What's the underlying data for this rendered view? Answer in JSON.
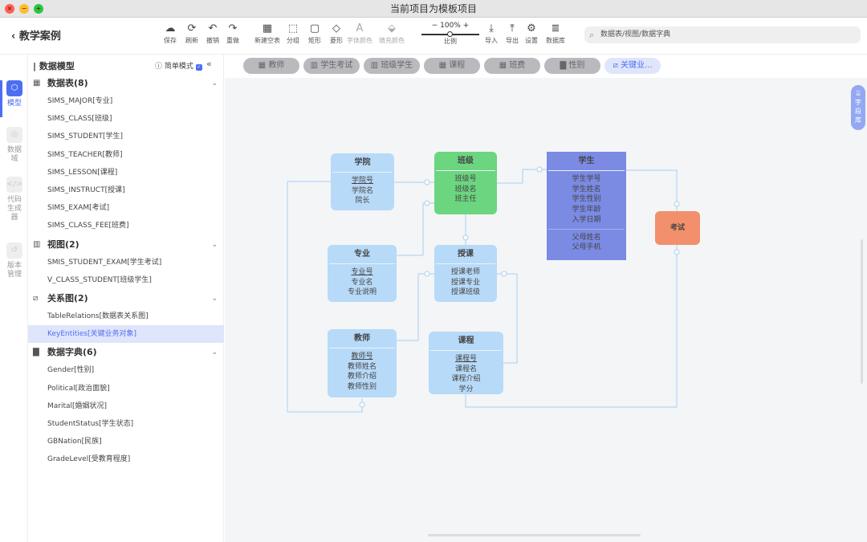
{
  "window": {
    "title": "当前项目为模板项目"
  },
  "toolbar": {
    "back_label": "教学案例",
    "buttons": [
      {
        "label": "保存",
        "icon": "☁"
      },
      {
        "label": "刷新",
        "icon": "⟳"
      },
      {
        "label": "撤销",
        "icon": "↶"
      },
      {
        "label": "重做",
        "icon": "↷"
      },
      {
        "label": "新建空表",
        "icon": "▦"
      },
      {
        "label": "分组",
        "icon": "⬚"
      },
      {
        "label": "矩形",
        "icon": "▢"
      },
      {
        "label": "菱形",
        "icon": "◇"
      },
      {
        "label": "字体颜色",
        "icon": "A"
      },
      {
        "label": "填充颜色",
        "icon": "⬙"
      },
      {
        "label": "导入",
        "icon": "⤓"
      },
      {
        "label": "导出",
        "icon": "⤒"
      },
      {
        "label": "设置",
        "icon": "⚙"
      },
      {
        "label": "数据库",
        "icon": "≣"
      }
    ],
    "zoom": {
      "value": "100%",
      "label": "比例",
      "minus": "−",
      "plus": "+"
    },
    "search_placeholder": "数据表/视图/数据字典"
  },
  "rail": [
    {
      "label": "模型",
      "active": true
    },
    {
      "label": "数据域"
    },
    {
      "label": "代码生成器"
    },
    {
      "label": "版本管理"
    }
  ],
  "sidebar": {
    "title": "数据模型",
    "simple_mode": "简单模式",
    "collapse": "«",
    "groups": [
      {
        "label": "数据表(8)",
        "items": [
          "SIMS_MAJOR[专业]",
          "SIMS_CLASS[班级]",
          "SIMS_STUDENT[学生]",
          "SIMS_TEACHER[教师]",
          "SIMS_LESSON[课程]",
          "SIMS_INSTRUCT[授课]",
          "SIMS_EXAM[考试]",
          "SIMS_CLASS_FEE[班费]"
        ]
      },
      {
        "label": "视图(2)",
        "items": [
          "SMIS_STUDENT_EXAM[学生考试]",
          "V_CLASS_STUDENT[班级学生]"
        ]
      },
      {
        "label": "关系图(2)",
        "items": [
          "TableRelations[数据表关系图]",
          "KeyEntities[关键业务对象]"
        ]
      },
      {
        "label": "数据字典(6)",
        "items": [
          "Gender[性别]",
          "Political[政治面貌]",
          "Marital[婚姻状况]",
          "StudentStatus[学生状态]",
          "GBNation[民族]",
          "GradeLevel[受教育程度]"
        ]
      }
    ]
  },
  "tabs": [
    {
      "label": "教师",
      "icon": "▦"
    },
    {
      "label": "学生考试",
      "icon": "▥"
    },
    {
      "label": "班级学生",
      "icon": "▥"
    },
    {
      "label": "课程",
      "icon": "▦"
    },
    {
      "label": "班费",
      "icon": "▦"
    },
    {
      "label": "性别",
      "icon": "▇"
    },
    {
      "label": "关键业...",
      "icon": "⧄"
    }
  ],
  "field_library": "字段库",
  "entities": {
    "xueyuan": {
      "title": "学院",
      "fields": [
        "学院号",
        "学院名",
        "院长"
      ]
    },
    "banji": {
      "title": "班级",
      "fields": [
        "班级号",
        "班级名",
        "班主任"
      ]
    },
    "xuesheng": {
      "title": "学生",
      "fields": [
        "学生学号",
        "学生姓名",
        "学生性别",
        "学生年龄",
        "入学日期"
      ],
      "fields2": [
        "父母姓名",
        "父母手机"
      ]
    },
    "kaoshi": {
      "title": "考试"
    },
    "zhuanye": {
      "title": "专业",
      "fields": [
        "专业号",
        "专业名",
        "专业说明"
      ]
    },
    "shouke": {
      "title": "授课",
      "fields": [
        "授课老师",
        "授课专业",
        "授课班级"
      ]
    },
    "jiaoshi": {
      "title": "教师",
      "fields": [
        "教师号",
        "教师姓名",
        "教师介绍",
        "教师性别"
      ]
    },
    "kecheng": {
      "title": "课程",
      "fields": [
        "课程号",
        "课程名",
        "课程介绍",
        "学分"
      ]
    }
  },
  "colors": {
    "accent": "#4e6ef2",
    "entity": "#b7daf8",
    "class": "#6cd57f",
    "student": "#7b8ae3",
    "exam": "#f28f6c"
  }
}
